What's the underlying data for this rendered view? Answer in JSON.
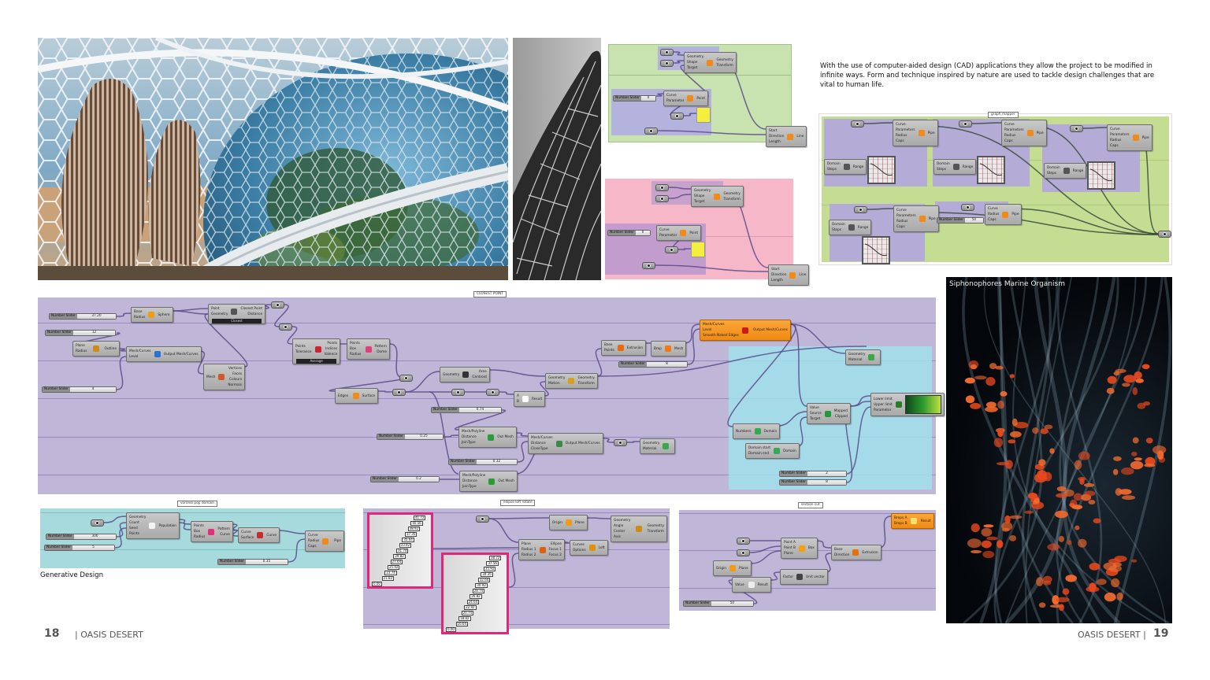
{
  "intro_text": "With the use of computer-aided design (CAD) applications they allow the project to be modified in infinite ways. Form and technique inspired by nature are used to tackle design challenges that are vital to human life.",
  "photo_caption": "Siphonophores Marine Organism",
  "generative_caption": "Generative Design",
  "footer_left": {
    "page": "18",
    "title": "| OASIS DESERT"
  },
  "footer_right": {
    "title": "OASIS DESERT |",
    "page": "19"
  },
  "tags": {
    "main": "CLOSEST POINT",
    "voronoi": "voronoi pop domain",
    "ellipse": "ellipse loft rotate",
    "section": "section cut",
    "mapper": "graph mapper"
  },
  "colors": {
    "purple_group": "#c0b6d8",
    "cyan_group": "#a8dde6",
    "green_group": "#c8e2b0",
    "pink_group": "#f6b7c8",
    "orange_node": "#f39a22"
  },
  "nodes": [
    {
      "id": "sphere",
      "in": [
        "Base",
        "Radius"
      ],
      "out": [
        "Sphere"
      ],
      "icon": "#f29a1a"
    },
    {
      "id": "closest",
      "in": [
        "Point",
        "Geometry"
      ],
      "out": [
        "Closest Point",
        "Distance"
      ],
      "icon": "#555",
      "foot": "Closest"
    },
    {
      "id": "circle",
      "in": [
        "Plane",
        "Radius"
      ],
      "out": [
        "Outline"
      ],
      "icon": "#d18a18"
    },
    {
      "id": "meshcurves1",
      "in": [
        "Mesh/Curves",
        "Level"
      ],
      "out": [
        "Output Mesh/Curves"
      ],
      "icon": "#2f6fd0"
    },
    {
      "id": "deconmesh",
      "in": [
        "Mesh"
      ],
      "out": [
        "Vertices",
        "Faces",
        "Colours",
        "Normals"
      ],
      "icon": "#d5562a"
    },
    {
      "id": "average",
      "in": [
        "Points",
        "Tolerance"
      ],
      "out": [
        "Points",
        "Indices",
        "Valence"
      ],
      "icon": "#cc2233",
      "foot": "Average"
    },
    {
      "id": "pattern",
      "in": [
        "Points",
        "Box",
        "Radius"
      ],
      "out": [
        "Pattern",
        "Dome"
      ],
      "icon": "#e0407a"
    },
    {
      "id": "edges",
      "in": [
        "Edges"
      ],
      "out": [
        "Surface"
      ],
      "icon": "#f08a1a"
    },
    {
      "id": "area",
      "in": [
        "Geometry"
      ],
      "out": [
        "Area",
        "Centroid"
      ],
      "icon": "#333"
    },
    {
      "id": "result",
      "in": [
        "A",
        "B"
      ],
      "out": [
        "Result"
      ],
      "icon": "#fff"
    },
    {
      "id": "move",
      "in": [
        "Geometry",
        "Motion"
      ],
      "out": [
        "Geometry",
        "Transform"
      ],
      "icon": "#d4a020"
    },
    {
      "id": "extrusion",
      "in": [
        "Base",
        "Points"
      ],
      "out": [
        "Extrusion"
      ],
      "icon": "#e86a10"
    },
    {
      "id": "mesh",
      "in": [
        "Brep"
      ],
      "out": [
        "Mesh"
      ],
      "icon": "#f07a10"
    },
    {
      "id": "meshcurves_main",
      "in": [
        "Mesh/Curves",
        "Level",
        "Smooth Naked Edges"
      ],
      "out": [
        "Output Mesh/Curves"
      ],
      "icon": "#d01818",
      "style": "orange"
    },
    {
      "id": "offset1",
      "in": [
        "Mesh/Polyline",
        "Distance",
        "JoinType"
      ],
      "out": [
        "Out Mesh"
      ],
      "icon": "#2a9a3a"
    },
    {
      "id": "meshcurves2",
      "in": [
        "Mesh/Curves",
        "Distance",
        "CloseType"
      ],
      "out": [
        "Output Mesh/Curves"
      ],
      "icon": "#3a8a4a"
    },
    {
      "id": "preview1",
      "in": [
        "Geometry",
        "Material"
      ],
      "out": [],
      "icon": "#3aa84a"
    },
    {
      "id": "offset2",
      "in": [
        "Mesh/Polyline",
        "Distance",
        "JoinType"
      ],
      "out": [
        "Out Mesh"
      ],
      "icon": "#2a9a3a"
    },
    {
      "id": "preview2",
      "in": [
        "Geometry",
        "Material"
      ],
      "out": [],
      "icon": "#3aa84a"
    },
    {
      "id": "remap",
      "in": [
        "Value",
        "Source",
        "Target"
      ],
      "out": [
        "Mapped",
        "Clipped"
      ],
      "icon": "#1f9a3a"
    },
    {
      "id": "gradient",
      "in": [
        "Lower limit",
        "Upper limit",
        "Parameter"
      ],
      "out": [],
      "icon": "#2a7a2a"
    },
    {
      "id": "bounds",
      "in": [
        "Numbers"
      ],
      "out": [
        "Domain"
      ],
      "icon": "#33aa55"
    },
    {
      "id": "condomain",
      "in": [
        "Domain start",
        "Domain end"
      ],
      "out": [
        "Domain"
      ],
      "icon": "#33aa55"
    },
    {
      "id": "populate",
      "in": [
        "Geometry",
        "Count",
        "Seed",
        "Points"
      ],
      "out": [
        "Population"
      ],
      "icon": "#f4f4f4"
    },
    {
      "id": "voronoi",
      "in": [
        "Points",
        "Box",
        "Radius"
      ],
      "out": [
        "Pattern",
        "Curve"
      ],
      "icon": "#e0307a"
    },
    {
      "id": "curveonsrf",
      "in": [
        "Curve",
        "Surface"
      ],
      "out": [
        "Curve"
      ],
      "icon": "#c03030"
    },
    {
      "id": "pipe",
      "in": [
        "Curve",
        "Radius",
        "Caps"
      ],
      "out": [
        "Pipe"
      ],
      "icon": "#f08a1a"
    },
    {
      "id": "origin1",
      "in": [
        "Origin"
      ],
      "out": [
        "Plane"
      ],
      "icon": "#f09a1a"
    },
    {
      "id": "rotate",
      "in": [
        "Geometry",
        "Angle",
        "Center",
        "Axis"
      ],
      "out": [
        "Geometry",
        "Transform"
      ],
      "icon": "#d08a1a"
    },
    {
      "id": "ellipse",
      "in": [
        "Plane",
        "Radius 1",
        "Radius 2"
      ],
      "out": [
        "Ellipse",
        "Focus 1",
        "Focus 2"
      ],
      "icon": "#e06010"
    },
    {
      "id": "loft",
      "in": [
        "Curves",
        "Options"
      ],
      "out": [
        "Loft"
      ],
      "icon": "#e09010"
    },
    {
      "id": "box",
      "in": [
        "Point A",
        "Point B",
        "Plane"
      ],
      "out": [
        "Box"
      ],
      "icon": "#f0a010"
    },
    {
      "id": "origin2",
      "in": [
        "Origin"
      ],
      "out": [
        "Plane"
      ],
      "icon": "#f09a1a"
    },
    {
      "id": "extrusion2",
      "in": [
        "Base",
        "Direction"
      ],
      "out": [
        "Extrusion"
      ],
      "icon": "#e07010"
    },
    {
      "id": "difference",
      "in": [
        "Breps A",
        "Breps B"
      ],
      "out": [
        "Result"
      ],
      "icon": "#f8e070",
      "style": "orange"
    },
    {
      "id": "unitvec",
      "in": [
        "Factor"
      ],
      "out": [
        "Unit vector"
      ],
      "icon": "#444"
    },
    {
      "id": "value",
      "in": [
        "Value"
      ],
      "out": [
        "Result"
      ],
      "icon": "#eee"
    },
    {
      "id": "g_transform",
      "in": [
        "Geometry",
        "Shape",
        "Target"
      ],
      "out": [
        "Geometry",
        "Transform"
      ],
      "icon": "#f08a1a"
    },
    {
      "id": "g_eval",
      "in": [
        "Curve",
        "Parameter"
      ],
      "out": [
        "Point"
      ],
      "icon": "#f08a1a"
    },
    {
      "id": "g_line",
      "in": [
        "Start",
        "Direction",
        "Length"
      ],
      "out": [
        "Line"
      ],
      "icon": "#f08a1a"
    },
    {
      "id": "p_transform",
      "in": [
        "Geometry",
        "Shape",
        "Target"
      ],
      "out": [
        "Geometry",
        "Transform"
      ],
      "icon": "#f08a1a"
    },
    {
      "id": "p_eval",
      "in": [
        "Curve",
        "Parameter"
      ],
      "out": [
        "Point"
      ],
      "icon": "#f08a1a"
    },
    {
      "id": "p_line",
      "in": [
        "Start",
        "Direction",
        "Length"
      ],
      "out": [
        "Line"
      ],
      "icon": "#f08a1a"
    },
    {
      "id": "r_pipe1",
      "in": [
        "Curve",
        "Parameters",
        "Radius",
        "Caps"
      ],
      "out": [
        "Pipe"
      ],
      "icon": "#f08a1a"
    },
    {
      "id": "r_pipe2",
      "in": [
        "Curve",
        "Parameters",
        "Radius",
        "Caps"
      ],
      "out": [
        "Pipe"
      ],
      "icon": "#f08a1a"
    },
    {
      "id": "r_pipe3",
      "in": [
        "Curve",
        "Parameters",
        "Radius",
        "Caps"
      ],
      "out": [
        "Pipe"
      ],
      "icon": "#f08a1a"
    },
    {
      "id": "r_pipe4",
      "in": [
        "Curve",
        "Parameters",
        "Radius",
        "Caps"
      ],
      "out": [
        "Pipe"
      ],
      "icon": "#f08a1a"
    },
    {
      "id": "r_pipe5",
      "in": [
        "Curve",
        "Radius",
        "Caps"
      ],
      "out": [
        "Pipe"
      ],
      "icon": "#f08a1a"
    },
    {
      "id": "r_range1",
      "in": [
        "Domain",
        "Steps"
      ],
      "out": [
        "Range"
      ],
      "icon": "#555"
    },
    {
      "id": "r_range2",
      "in": [
        "Domain",
        "Steps"
      ],
      "out": [
        "Range"
      ],
      "icon": "#555"
    },
    {
      "id": "r_range3",
      "in": [
        "Domain",
        "Steps"
      ],
      "out": [
        "Range"
      ],
      "icon": "#555"
    },
    {
      "id": "r_range4",
      "in": [
        "Domain",
        "Steps"
      ],
      "out": [
        "Range"
      ],
      "icon": "#555"
    }
  ],
  "sliders": [
    {
      "id": "s1",
      "label": "Number Slider",
      "value": "37.20"
    },
    {
      "id": "s2",
      "label": "Number Slider",
      "value": "12"
    },
    {
      "id": "s3",
      "label": "Number Slider",
      "value": "4"
    },
    {
      "id": "s4",
      "label": "Number Slider",
      "value": "0.74"
    },
    {
      "id": "s5",
      "label": "Number Slider",
      "value": "8"
    },
    {
      "id": "s6",
      "label": "Number Slider",
      "value": "0.25"
    },
    {
      "id": "s7",
      "label": "Number Slider",
      "value": "0.32"
    },
    {
      "id": "s8",
      "label": "Number Slider",
      "value": "0.2"
    },
    {
      "id": "s9",
      "label": "Number Slider",
      "value": "2"
    },
    {
      "id": "s10",
      "label": "Number Slider",
      "value": "8"
    },
    {
      "id": "s11",
      "label": "Number Slider",
      "value": "300"
    },
    {
      "id": "s12",
      "label": "Number Slider",
      "value": "5"
    },
    {
      "id": "s13",
      "label": "Number Slider",
      "value": "0.35"
    },
    {
      "id": "s14",
      "label": "Number Slider",
      "value": "50"
    },
    {
      "id": "s15",
      "label": "Number Slider",
      "value": "0"
    },
    {
      "id": "s16",
      "label": "Number Slider",
      "value": "0"
    },
    {
      "id": "s17",
      "label": "Number Slider",
      "value": "50"
    }
  ],
  "value_lists": [
    {
      "id": "vl1",
      "values": [
        "41.72",
        "40.56",
        "38.92",
        "37.35",
        "35.64",
        "33.92",
        "31.74",
        "29.82",
        "27.64",
        "25.92",
        "23.74",
        "21.82",
        "0.00"
      ]
    },
    {
      "id": "vl2",
      "values": [
        "38.72",
        "37.56",
        "35.92",
        "34.35",
        "32.64",
        "30.92",
        "28.74",
        "26.82",
        "24.64",
        "22.92",
        "20.74",
        "18.82",
        "16.64",
        "0.00"
      ]
    }
  ]
}
